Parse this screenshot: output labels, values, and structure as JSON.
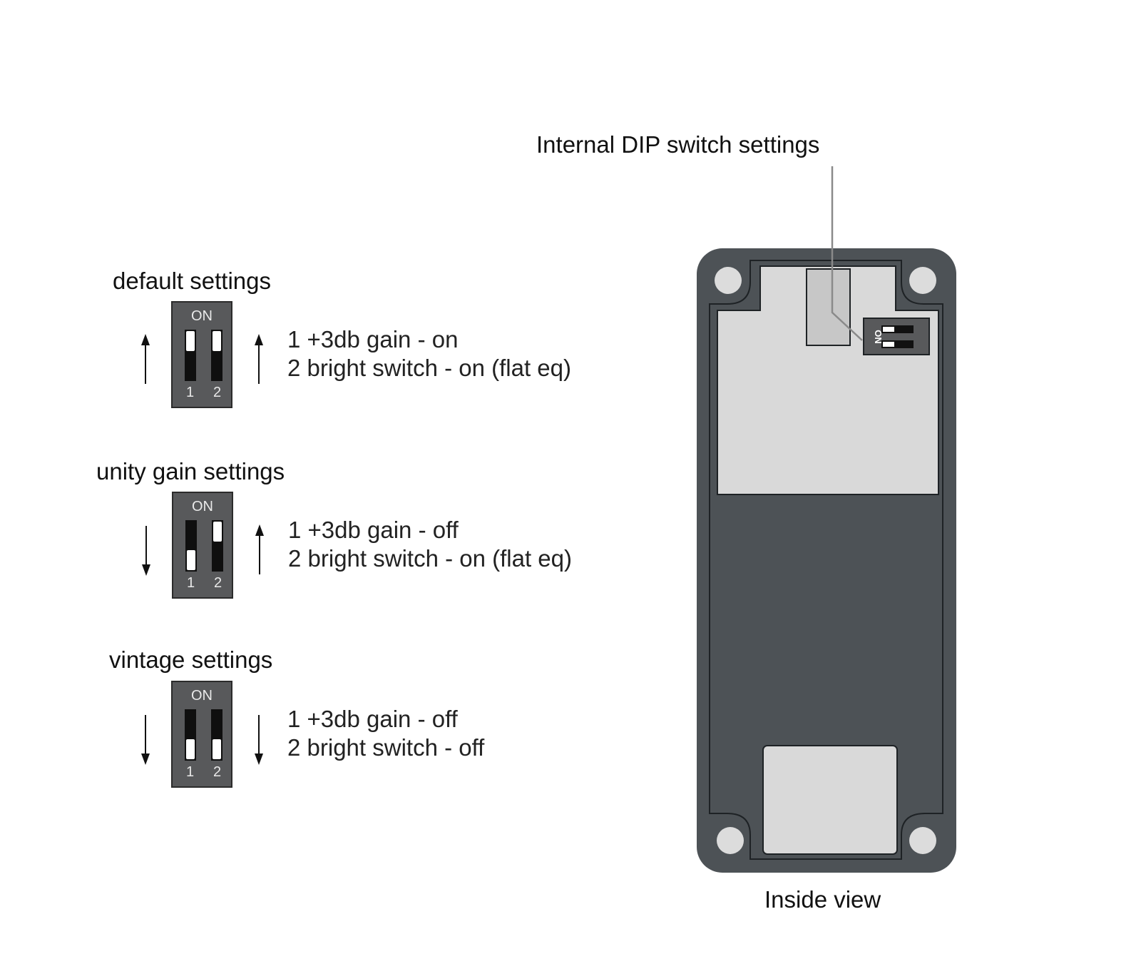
{
  "settings": [
    {
      "heading": "default settings",
      "on_label": "ON",
      "switch_numbers": [
        "1",
        "2"
      ],
      "switch_positions": [
        "on",
        "on"
      ],
      "line1": "1 +3db gain - on",
      "line2": "2 bright switch - on (flat eq)"
    },
    {
      "heading": "unity gain settings",
      "on_label": "ON",
      "switch_numbers": [
        "1",
        "2"
      ],
      "switch_positions": [
        "off",
        "on"
      ],
      "line1": "1 +3db gain - off",
      "line2": "2 bright switch - on (flat eq)"
    },
    {
      "heading": "vintage settings",
      "on_label": "ON",
      "switch_numbers": [
        "1",
        "2"
      ],
      "switch_positions": [
        "off",
        "off"
      ],
      "line1": "1 +3db gain - off",
      "line2": "2 bright switch - off"
    }
  ],
  "device": {
    "callout": "Internal DIP switch settings",
    "caption": "Inside view",
    "mini_dip_label": "ON"
  },
  "colors": {
    "enclosure": "#4d5256",
    "board": "#d9d9d9",
    "dip_body": "#58595b"
  }
}
